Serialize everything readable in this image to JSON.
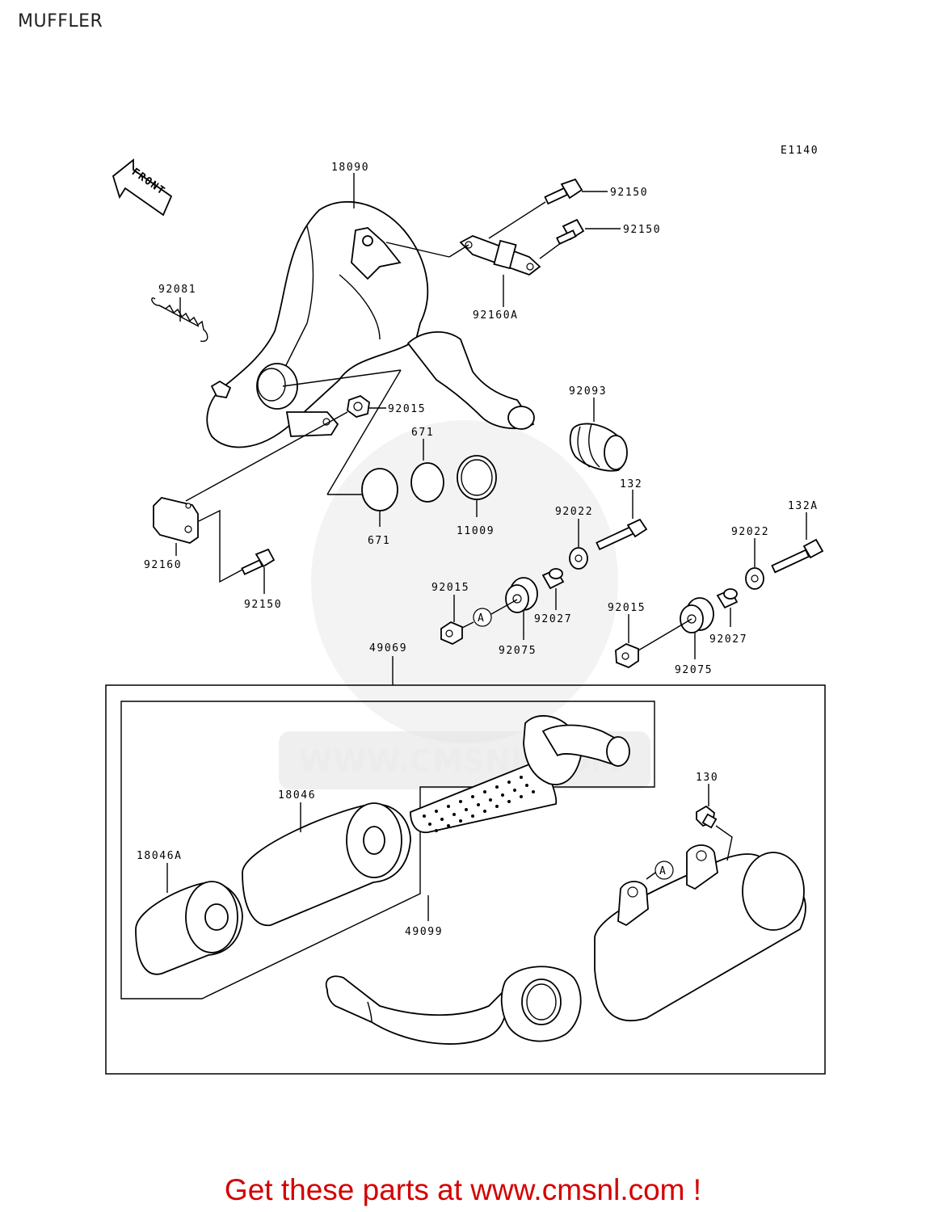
{
  "page": {
    "title": "MUFFLER",
    "diagram_code": "E1140",
    "front_label": "FRONT",
    "watermark": "WWW.CMSNL.COM",
    "footer_cta": "Get these parts at www.cmsnl.com !"
  },
  "parts": {
    "p18090": "18090",
    "p92150a": "92150",
    "p92150b": "92150",
    "p92160A": "92160A",
    "p92081": "92081",
    "p92015a": "92015",
    "p671a": "671",
    "p671b": "671",
    "p11009": "11009",
    "p92093": "92093",
    "p132": "132",
    "p132A": "132A",
    "p92022a": "92022",
    "p92022b": "92022",
    "p92160": "92160",
    "p92150c": "92150",
    "p92015b": "92015",
    "p92027a": "92027",
    "p92075a": "92075",
    "p92015c": "92015",
    "p92027b": "92027",
    "p92075b": "92075",
    "p49069": "49069",
    "p18046": "18046",
    "p18046A": "18046A",
    "p49099": "49099",
    "p130": "130"
  },
  "refs": {
    "a1": "A",
    "a2": "A"
  }
}
